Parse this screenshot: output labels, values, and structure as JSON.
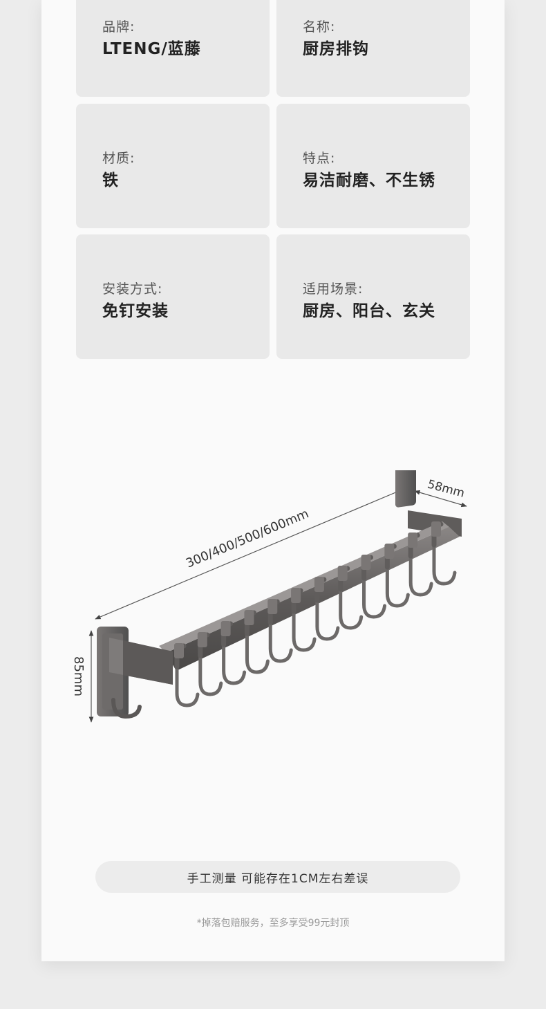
{
  "specs": [
    {
      "label": "品牌:",
      "value": "LTENG/蓝藤"
    },
    {
      "label": "名称:",
      "value": "厨房排钩"
    },
    {
      "label": "材质:",
      "value": "铁"
    },
    {
      "label": "特点:",
      "value": "易洁耐磨、不生锈"
    },
    {
      "label": "安装方式:",
      "value": "免钉安装"
    },
    {
      "label": "适用场景:",
      "value": "厨房、阳台、玄关"
    }
  ],
  "dimensions": {
    "length": "300/400/500/600mm",
    "depth": "58mm",
    "height": "85mm"
  },
  "note": "手工测量 可能存在1CM左右差误",
  "footnote": "*掉落包赔服务，至多享受99元封顶",
  "colors": {
    "background": "#ececec",
    "card": "#fafafa",
    "tile": "#e9e9e9",
    "metal": "#6a6766"
  }
}
